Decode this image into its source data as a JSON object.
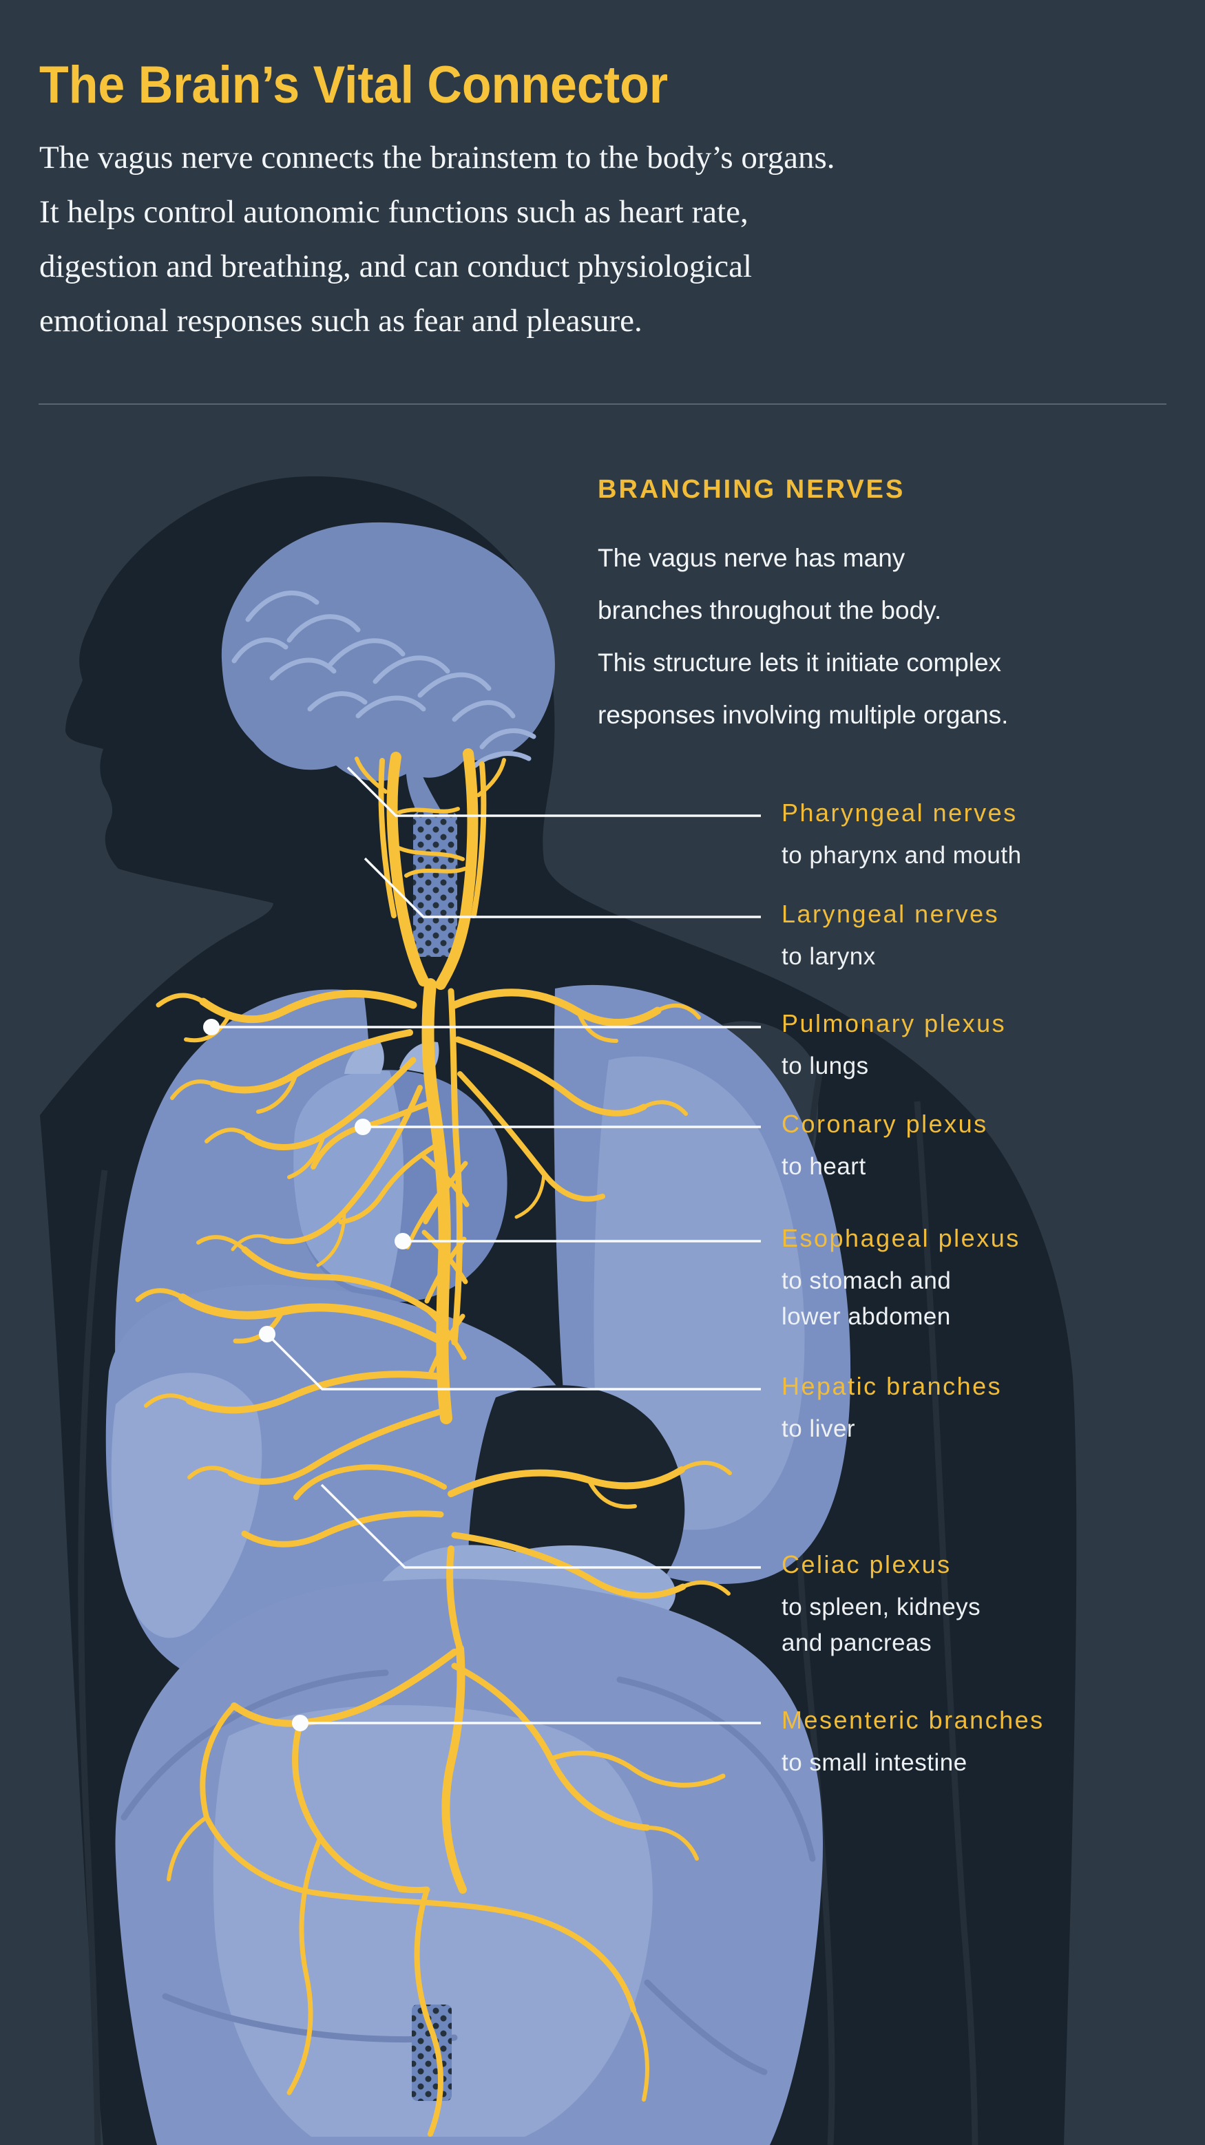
{
  "title": "The Brain’s Vital Connector",
  "intro": {
    "line1": "The vagus nerve connects the brainstem to the body’s organs.",
    "line2": "It helps control autonomic functions such as heart rate,",
    "line3": "digestion and breathing, and can conduct physiological",
    "line4": "emotional responses such as fear and pleasure."
  },
  "section": {
    "heading": "BRANCHING NERVES",
    "line1": "The vagus nerve has many",
    "line2": "branches throughout the body.",
    "line3": "This structure lets it initiate complex",
    "line4": "responses involving multiple organs."
  },
  "labels": {
    "pharyngeal": {
      "title": "Pharyngeal nerves",
      "sub1": "to pharynx and mouth",
      "sub2": ""
    },
    "laryngeal": {
      "title": "Laryngeal nerves",
      "sub1": "to larynx",
      "sub2": ""
    },
    "pulmonary": {
      "title": "Pulmonary plexus",
      "sub1": "to lungs",
      "sub2": ""
    },
    "coronary": {
      "title": "Coronary plexus",
      "sub1": "to heart",
      "sub2": ""
    },
    "esophageal": {
      "title": "Esophageal plexus",
      "sub1": "to stomach and",
      "sub2": "lower abdomen"
    },
    "hepatic": {
      "title": "Hepatic branches",
      "sub1": "to liver",
      "sub2": ""
    },
    "celiac": {
      "title": "Celiac plexus",
      "sub1": "to spleen, kidneys",
      "sub2": "and pancreas"
    },
    "mesenteric": {
      "title": "Mesenteric branches",
      "sub1": "to small intestine",
      "sub2": ""
    }
  },
  "colors": {
    "background": "#2d3944",
    "body_silhouette": "#19232d",
    "accent_yellow": "#f6c33b",
    "label_yellow": "#f0bc3a",
    "nerve_yellow": "#f7c13a",
    "organ_blue": "#7b90c2",
    "brain_blue": "#7289ba",
    "callout_white": "#f8fafc",
    "text_white": "#f3f6f8"
  }
}
